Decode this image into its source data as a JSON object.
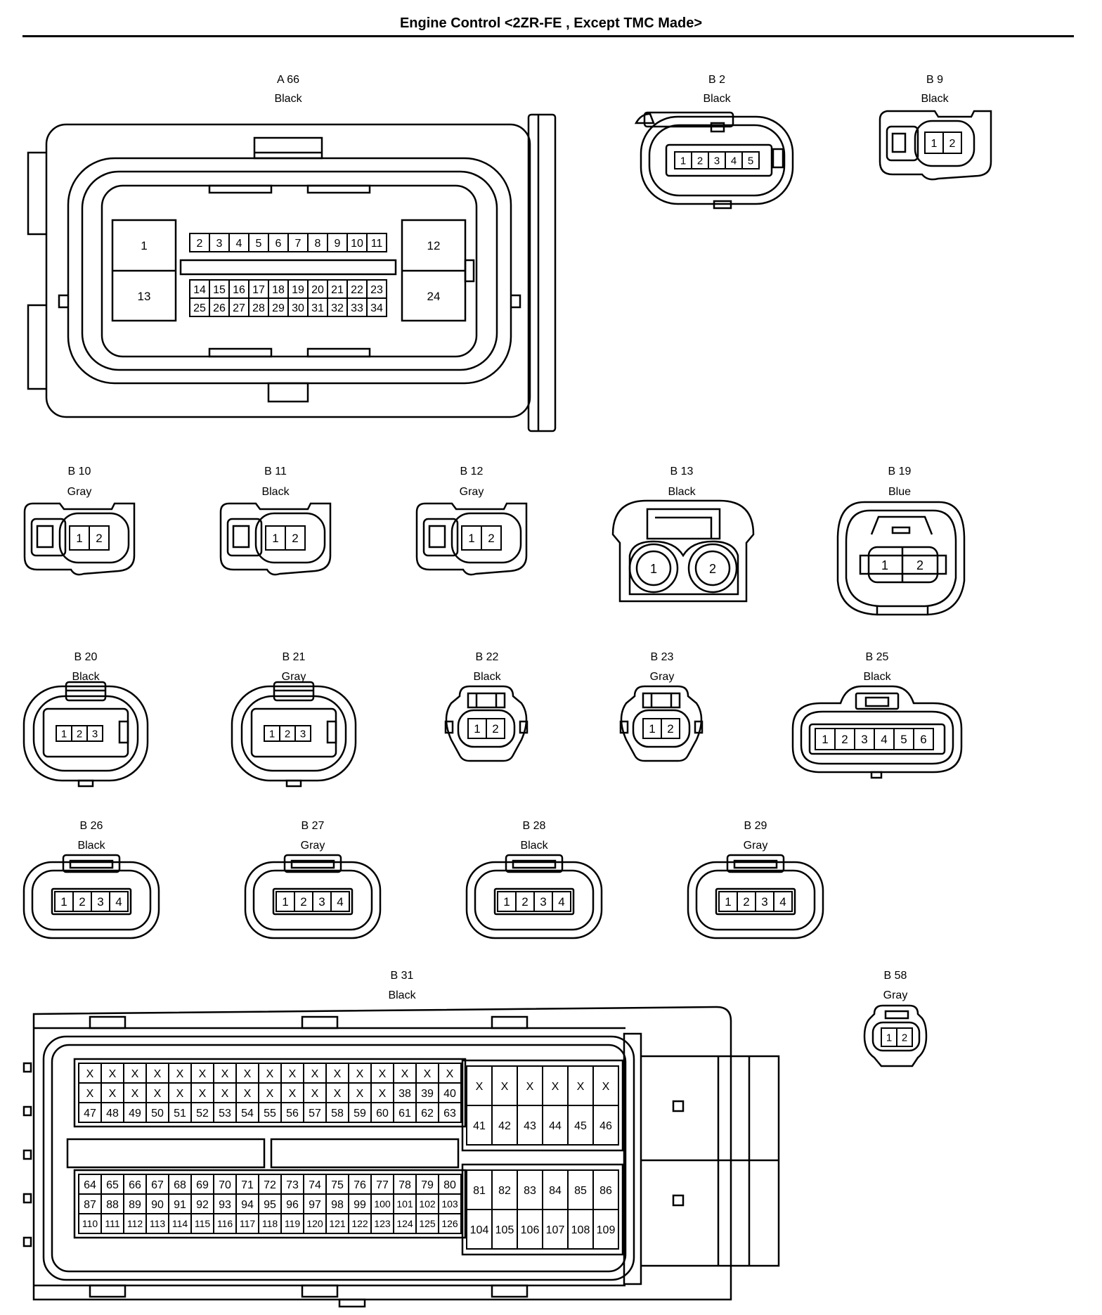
{
  "title": "Engine Control <2ZR-FE , Except TMC Made>",
  "connectors": {
    "A66": {
      "id": "A 66",
      "color": "Black",
      "pins": [
        "1",
        "2",
        "3",
        "4",
        "5",
        "6",
        "7",
        "8",
        "9",
        "10",
        "11",
        "12",
        "13",
        "14",
        "15",
        "16",
        "17",
        "18",
        "19",
        "20",
        "21",
        "22",
        "23",
        "24",
        "25",
        "26",
        "27",
        "28",
        "29",
        "30",
        "31",
        "32",
        "33",
        "34"
      ]
    },
    "B2": {
      "id": "B 2",
      "color": "Black",
      "pins": [
        "1",
        "2",
        "3",
        "4",
        "5"
      ]
    },
    "B9": {
      "id": "B 9",
      "color": "Black",
      "pins": [
        "1",
        "2"
      ]
    },
    "B10": {
      "id": "B 10",
      "color": "Gray",
      "pins": [
        "1",
        "2"
      ]
    },
    "B11": {
      "id": "B 11",
      "color": "Black",
      "pins": [
        "1",
        "2"
      ]
    },
    "B12": {
      "id": "B 12",
      "color": "Gray",
      "pins": [
        "1",
        "2"
      ]
    },
    "B13": {
      "id": "B 13",
      "color": "Black",
      "pins": [
        "1",
        "2"
      ]
    },
    "B19": {
      "id": "B 19",
      "color": "Blue",
      "pins": [
        "1",
        "2"
      ]
    },
    "B20": {
      "id": "B 20",
      "color": "Black",
      "pins": [
        "1",
        "2",
        "3"
      ]
    },
    "B21": {
      "id": "B 21",
      "color": "Gray",
      "pins": [
        "1",
        "2",
        "3"
      ]
    },
    "B22": {
      "id": "B 22",
      "color": "Black",
      "pins": [
        "1",
        "2"
      ]
    },
    "B23": {
      "id": "B 23",
      "color": "Gray",
      "pins": [
        "1",
        "2"
      ]
    },
    "B25": {
      "id": "B 25",
      "color": "Black",
      "pins": [
        "1",
        "2",
        "3",
        "4",
        "5",
        "6"
      ]
    },
    "B26": {
      "id": "B 26",
      "color": "Black",
      "pins": [
        "1",
        "2",
        "3",
        "4"
      ]
    },
    "B27": {
      "id": "B 27",
      "color": "Gray",
      "pins": [
        "1",
        "2",
        "3",
        "4"
      ]
    },
    "B28": {
      "id": "B 28",
      "color": "Black",
      "pins": [
        "1",
        "2",
        "3",
        "4"
      ]
    },
    "B29": {
      "id": "B 29",
      "color": "Gray",
      "pins": [
        "1",
        "2",
        "3",
        "4"
      ]
    },
    "B31": {
      "id": "B 31",
      "color": "Black",
      "left_rows": [
        [
          "X",
          "X",
          "X",
          "X",
          "X",
          "X",
          "X",
          "X",
          "X",
          "X",
          "X",
          "X",
          "X",
          "X",
          "X",
          "X",
          "X"
        ],
        [
          "X",
          "X",
          "X",
          "X",
          "X",
          "X",
          "X",
          "X",
          "X",
          "X",
          "X",
          "X",
          "X",
          "X",
          "38",
          "39",
          "40"
        ],
        [
          "47",
          "48",
          "49",
          "50",
          "51",
          "52",
          "53",
          "54",
          "55",
          "56",
          "57",
          "58",
          "59",
          "60",
          "61",
          "62",
          "63"
        ],
        [
          "64",
          "65",
          "66",
          "67",
          "68",
          "69",
          "70",
          "71",
          "72",
          "73",
          "74",
          "75",
          "76",
          "77",
          "78",
          "79",
          "80"
        ],
        [
          "87",
          "88",
          "89",
          "90",
          "91",
          "92",
          "93",
          "94",
          "95",
          "96",
          "97",
          "98",
          "99",
          "100",
          "101",
          "102",
          "103"
        ],
        [
          "110",
          "111",
          "112",
          "113",
          "114",
          "115",
          "116",
          "117",
          "118",
          "119",
          "120",
          "121",
          "122",
          "123",
          "124",
          "125",
          "126"
        ]
      ],
      "right_rows": [
        [
          "X",
          "X",
          "X",
          "X",
          "X",
          "X"
        ],
        [
          "41",
          "42",
          "43",
          "44",
          "45",
          "46"
        ],
        [
          "81",
          "82",
          "83",
          "84",
          "85",
          "86"
        ],
        [
          "104",
          "105",
          "106",
          "107",
          "108",
          "109"
        ]
      ]
    },
    "B58": {
      "id": "B 58",
      "color": "Gray",
      "pins": [
        "1",
        "2"
      ]
    }
  }
}
